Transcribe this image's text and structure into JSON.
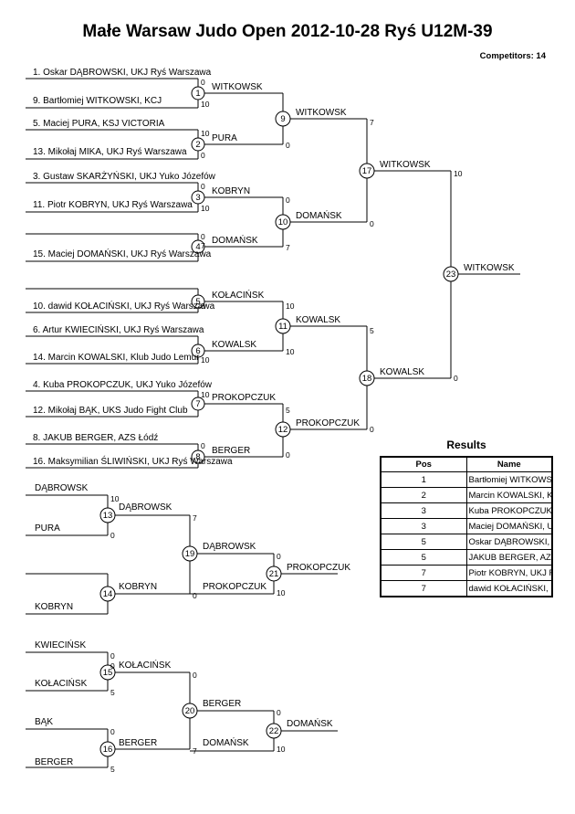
{
  "header": {
    "title": "Małe Warsaw Judo Open  2012-10-28  Ryś   U12M-39",
    "competitors": "Competitors: 14"
  },
  "bracket": {
    "entries": [
      "1. Oskar DĄBROWSKI, UKJ Ryś Warszawa",
      "9. Bartłomiej WITKOWSKI, KCJ",
      "5. Maciej PURA, KSJ VICTORIA",
      "13. Mikołaj MIKA, UKJ Ryś Warszawa",
      "3. Gustaw SKARŻYŃSKI, UKJ Yuko Józefów",
      "11. Piotr KOBRYN, UKJ Ryś Warszawa",
      "15. Maciej DOMAŃSKI, UKJ Ryś Warszawa",
      "10. dawid KOŁACIŃSKI, UKJ Ryś Warszawa",
      "6. Artur KWIECIŃSKI, UKJ Ryś Warszawa",
      "14. Marcin KOWALSKI, Klub Judo Lemur",
      "4. Kuba PROKOPCZUK, UKJ Yuko Józefów",
      "12. Mikołaj BĄK, UKS Judo Fight Club",
      "8. JAKUB BERGER, AZS Łódź",
      "16. Maksymilian ŚLIWIŃSKI, UKJ Ryś Warszawa"
    ],
    "winners": [
      "WITKOWSK",
      "PURA",
      "KOBRYN",
      "DOMAŃSK",
      "KOŁACIŃSK",
      "KOWALSK",
      "PROKOPCZUK",
      "BERGER",
      "WITKOWSK",
      "DOMAŃSK",
      "KOWALSK",
      "PROKOPCZUK",
      "WITKOWSK",
      "KOWALSK",
      "WITKOWSK"
    ],
    "match_numbers": [
      "1",
      "2",
      "3",
      "4",
      "5",
      "6",
      "7",
      "8",
      "9",
      "10",
      "11",
      "17",
      "12",
      "18",
      "23"
    ],
    "scores": [
      "0",
      "10",
      "10",
      "0",
      "0",
      "10",
      "0",
      "10",
      "0",
      "10",
      "10",
      "5",
      "0",
      "7",
      "0",
      "0",
      "7",
      "0",
      "5",
      "10",
      "0",
      "7",
      "0",
      "10",
      "0"
    ]
  },
  "repechage": {
    "names": [
      "DĄBROWSK",
      "PURA",
      "KOBRYN",
      "KWIECIŃSK",
      "KOŁACIŃSK",
      "BĄK",
      "BERGER"
    ],
    "winners": [
      "DĄBROWSK",
      "KOBRYN",
      "DĄBROWSK",
      "PROKOPCZUK",
      "PROKOPCZUK",
      "KOŁACIŃSK",
      "BERGER",
      "BERGER",
      "DOMAŃSK",
      "DOMAŃSK"
    ],
    "match_numbers": [
      "13",
      "14",
      "19",
      "21",
      "15",
      "16",
      "20",
      "22"
    ],
    "scores": [
      "10",
      "0",
      "7",
      "0",
      "0",
      "0",
      "10",
      "0",
      "5",
      "0",
      "5",
      "0",
      "7",
      "0",
      "10"
    ]
  },
  "results": {
    "title": "Results",
    "headers": {
      "pos": "Pos",
      "name": "Name"
    },
    "rows": [
      {
        "pos": "1",
        "name": "Bartłomiej WITKOWSKI, KCJ"
      },
      {
        "pos": "2",
        "name": "Marcin KOWALSKI, Klub Judo Lemur"
      },
      {
        "pos": "3",
        "name": "Kuba PROKOPCZUK, UKJ Yuko Józefów"
      },
      {
        "pos": "3",
        "name": "Maciej DOMAŃSKI, UKJ Ryś Warszawa"
      },
      {
        "pos": "5",
        "name": "Oskar DĄBROWSKI, UKJ Ryś Warszawa"
      },
      {
        "pos": "5",
        "name": "JAKUB BERGER, AZS Łódź"
      },
      {
        "pos": "7",
        "name": "Piotr KOBRYN, UKJ Ryś Warszawa"
      },
      {
        "pos": "7",
        "name": "dawid KOŁACIŃSKI, UKJ Ryś Warszawa"
      }
    ]
  }
}
